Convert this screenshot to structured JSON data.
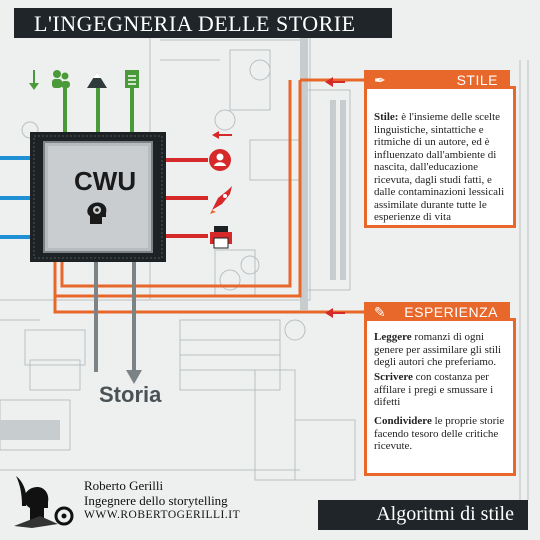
{
  "header": {
    "title": "L'INGEGNERIA DELLE STORIE"
  },
  "chip": {
    "label": "CWU"
  },
  "output": {
    "label": "Storia"
  },
  "stile": {
    "title": "STILE",
    "term": "Stile:",
    "text": "è l'insieme delle scelte linguistiche, sintattiche e ritmiche di un autore, ed è influenzato dall'ambiente di nascita, dall'educazione ricevuta, dagli studi fatti, e dalle contaminazioni lessicali assimilate durante tutte le esperienze di vita"
  },
  "esperienza": {
    "title": "ESPERIENZA",
    "items": [
      {
        "term": "Leggere",
        "text": "romanzi di ogni genere per assimilare gli stili degli autori che preferiamo."
      },
      {
        "term": "Scrivere",
        "text": "con costanza per affilare i pregi e smussare i difetti"
      },
      {
        "term": "Condividere",
        "text": "le proprie storie facendo tesoro delle critiche ricevute."
      }
    ]
  },
  "author": {
    "name": "Roberto Gerilli",
    "role": "Ingegnere dello storytelling",
    "url": "WWW.ROBERTOGERILLI.IT"
  },
  "footer": {
    "title": "Algoritmi di stile"
  },
  "colors": {
    "orange": "#e8672a",
    "red": "#d62a2a",
    "blue": "#1f8fd6",
    "green": "#4a9a3a",
    "dark": "#1f2528"
  },
  "icons": [
    "arrow-down-icon",
    "people-icon",
    "mountain-icon",
    "document-icon",
    "user-icon",
    "rocket-icon",
    "printer-icon",
    "quill-icon",
    "edit-icon",
    "brain-gear-icon",
    "writer-logo-icon"
  ]
}
